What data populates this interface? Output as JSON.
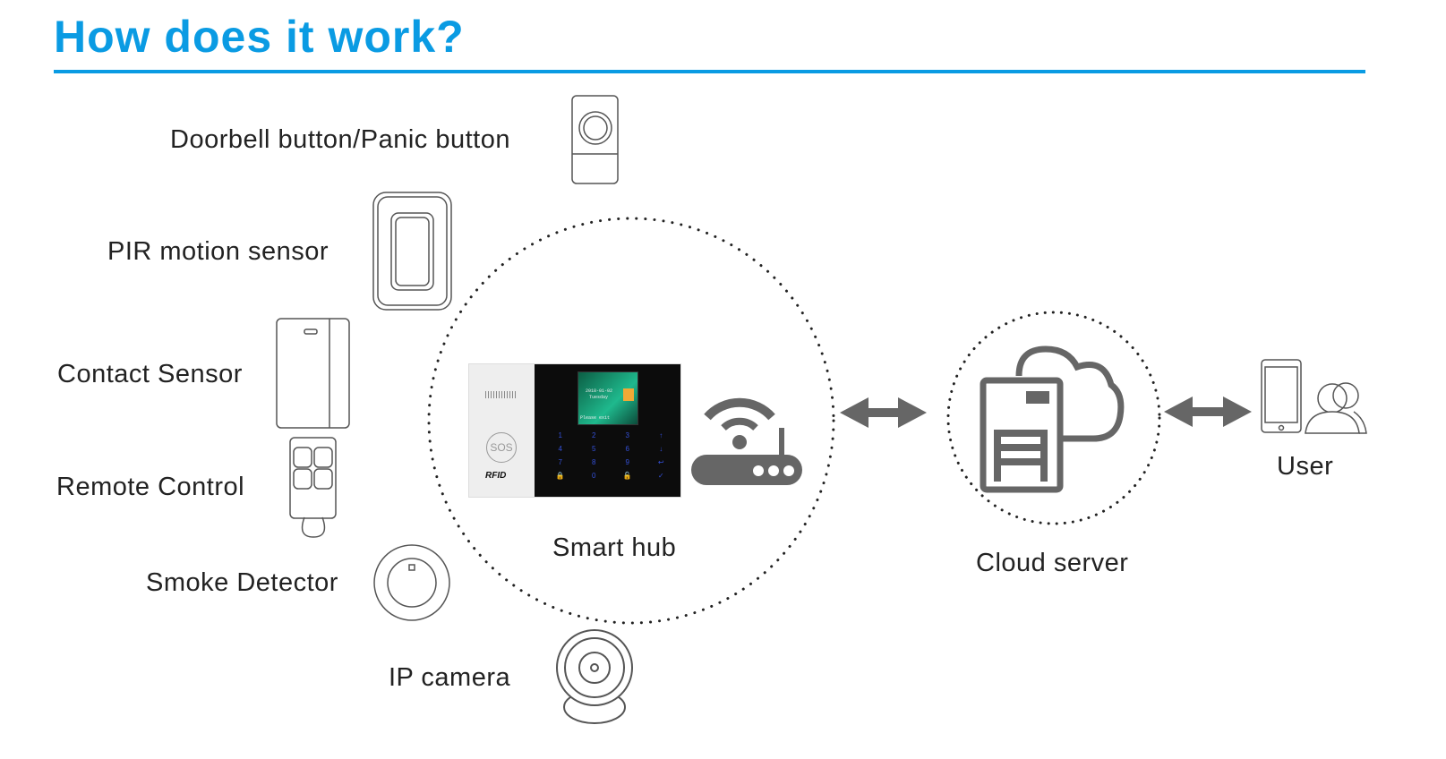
{
  "title": "How does it work?",
  "devices": {
    "doorbell": "Doorbell button/Panic button",
    "pir": "PIR motion sensor",
    "contact": "Contact Sensor",
    "remote": "Remote Control",
    "smoke": "Smoke Detector",
    "camera": "IP camera"
  },
  "hub": {
    "label": "Smart hub",
    "date": "2018-01-02",
    "day": "Tuesday",
    "screen_message": "Please exit",
    "sos": "SOS",
    "rfid": "RFID",
    "keys": [
      "1",
      "2",
      "3",
      "↑",
      "4",
      "5",
      "6",
      "↓",
      "7",
      "8",
      "9",
      "↩",
      "🔒",
      "0",
      "🔓",
      "✓"
    ]
  },
  "cloud": {
    "label": "Cloud server"
  },
  "user": {
    "label": "User"
  },
  "colors": {
    "accent": "#0a9be3",
    "icon": "#666666"
  }
}
